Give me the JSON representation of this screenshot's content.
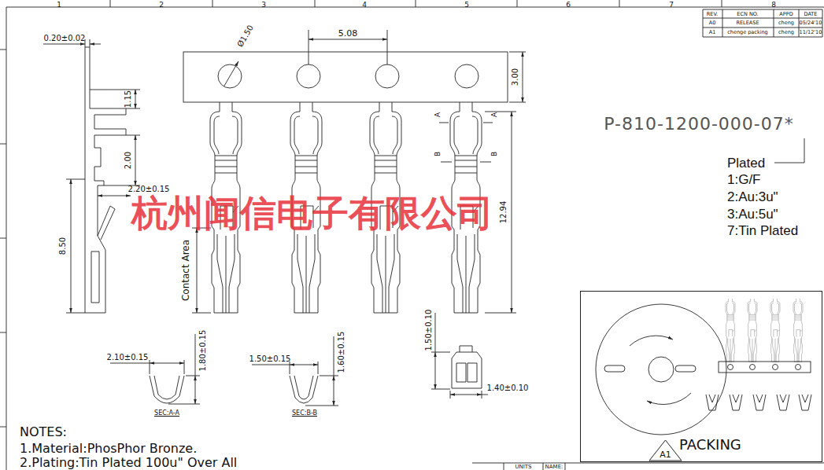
{
  "diagram": {
    "nodes": [
      {
        "text": [
          "PACKING"
        ]
      },
      {
        "text": [
          "A1"
        ],
        "in": 0
      }
    ],
    "labels": [
      "1",
      "2",
      "3",
      "4",
      "5",
      "6",
      "7",
      "8",
      "REV.",
      "ECN NO.",
      "APPD",
      "DATE",
      "A0",
      "RELEASE",
      "cheng",
      "05/24'10",
      "A1",
      "chenge packing",
      "cheng",
      "11/12'10",
      "0.20±0.02",
      "1.15",
      "2.00",
      "2.20±0.15",
      "8.50",
      "Ø1.50",
      "5.08",
      "3.00",
      "12.94",
      "A",
      "A",
      "B",
      "B",
      "Contact Area",
      "P-810-1200-000-07*",
      "Plated",
      "1:G/F",
      "2:Au:3u\"",
      "3:Au:5u\"",
      "7:Tin Plated",
      "杭州闻信电子有限公司",
      "2.10±0.15",
      "1.80±0.15",
      "SEC:A-A",
      "1.50±0.15",
      "1.60±0.15",
      "SEC:B-B",
      "1.50±0.10",
      "1.40±0.10",
      "NOTES:",
      "1.Material:PhosPhor Bronze.",
      "2.Plating:Tin Plated 100u\" Over All",
      "UNITS",
      "NAME:"
    ]
  }
}
